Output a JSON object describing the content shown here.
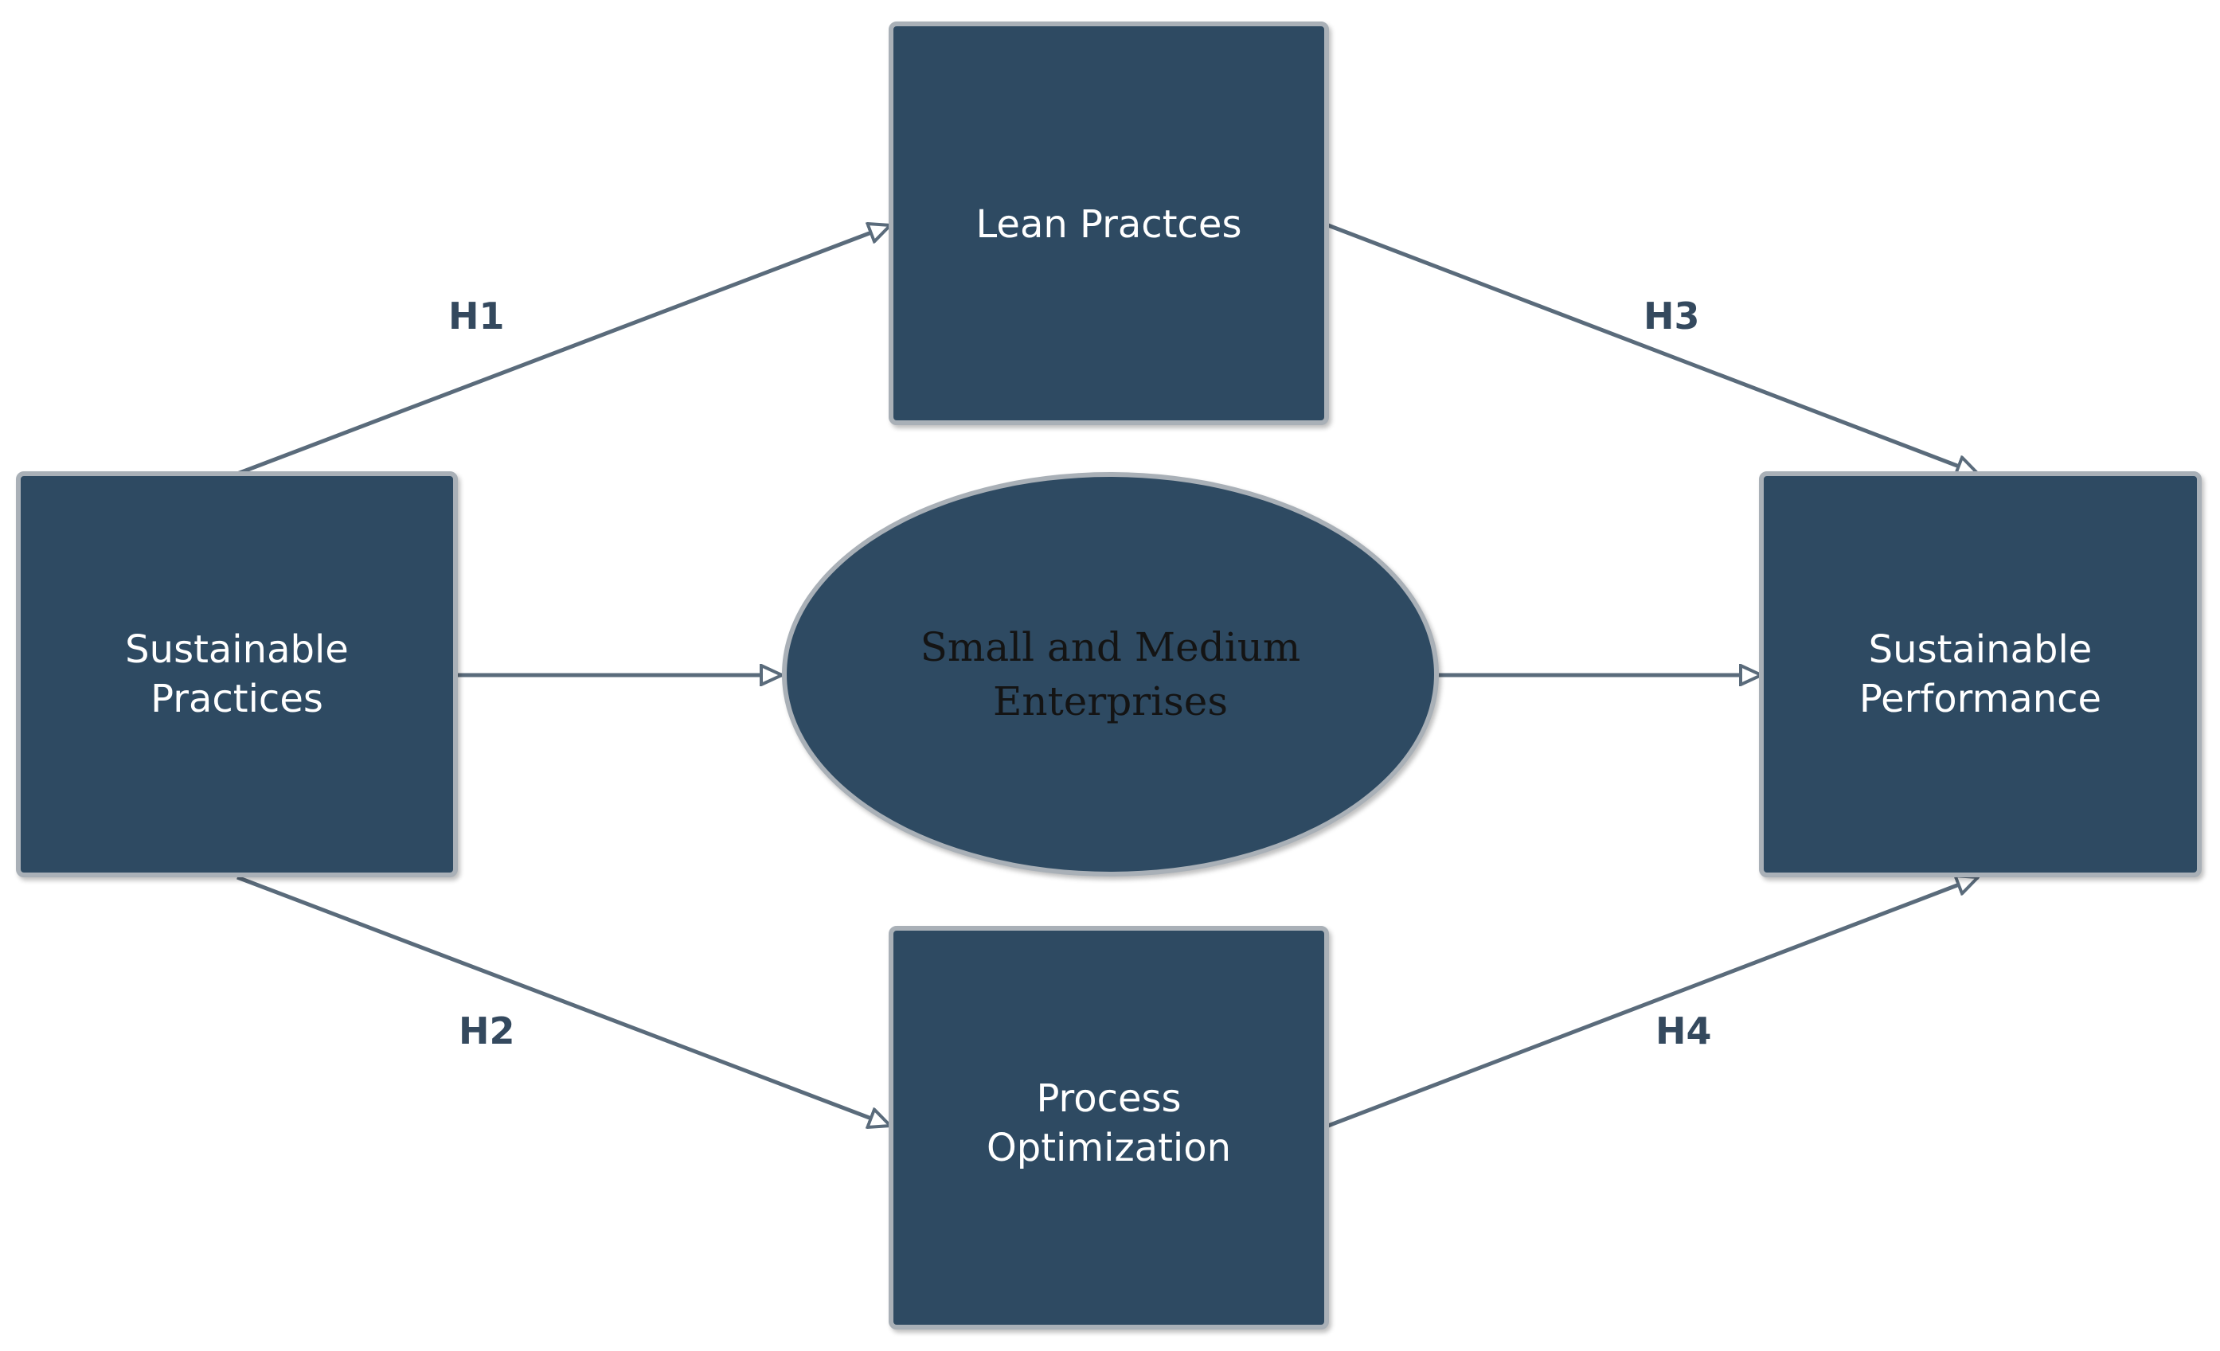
{
  "nodes": {
    "lean_practices": "Lean Practces",
    "sustainable_practices": "Sustainable\nPractices",
    "sme": "Small and Medium\nEnterprises",
    "sustainable_performance": "Sustainable\nPerformance",
    "process_optimization": "Process\nOptimization"
  },
  "edges": {
    "h1": "H1",
    "h2": "H2",
    "h3": "H3",
    "h4": "H4"
  },
  "colors": {
    "node_fill": "#2e4a62",
    "node_border": "#a9b0b7",
    "arrow": "#5a6b7b",
    "edge_label": "#34495e"
  }
}
